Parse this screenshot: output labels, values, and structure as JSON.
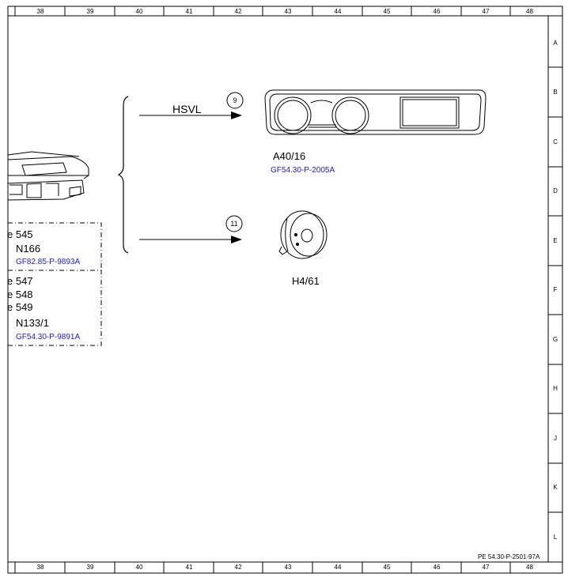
{
  "grid": {
    "columns": [
      "38",
      "39",
      "40",
      "41",
      "42",
      "43",
      "44",
      "45",
      "46",
      "47",
      "48"
    ],
    "rows": [
      "A",
      "B",
      "C",
      "D",
      "E",
      "F",
      "G",
      "H",
      "J",
      "K",
      "L"
    ]
  },
  "signals": {
    "top_label": "HSVL",
    "top_circle": "9",
    "bottom_circle": "11"
  },
  "components": {
    "cluster": {
      "name": "A40/16",
      "ref": "GF54.30-P-2005A"
    },
    "horn": {
      "name": "H4/61"
    },
    "n166": {
      "name": "N166",
      "ref": "GF82.85-P-9893A",
      "variant": "e 545"
    },
    "n133": {
      "name": "N133/1",
      "ref": "GF54.30-P-9891A",
      "variants": [
        "e 547",
        "e 548",
        "e 549"
      ]
    }
  },
  "footer": {
    "doc_id": "PE 54.30-P-2501-97A"
  }
}
